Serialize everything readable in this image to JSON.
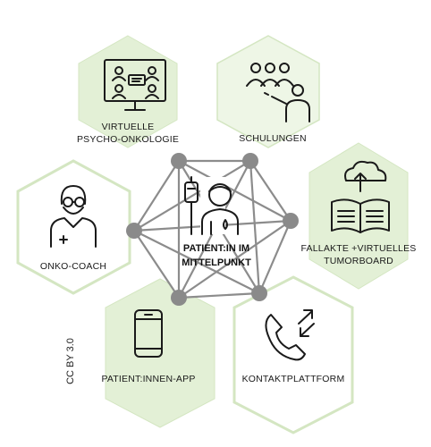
{
  "colors": {
    "hex_fill_light": "#eef6e6",
    "hex_fill_mid": "#e3f0d6",
    "hex_stroke": "#d4e6c2",
    "center_fill": "#ffffff",
    "node": "#8a8a8a",
    "edge": "#8a8a8a"
  },
  "center": {
    "line1": "PATIENT:IN IM",
    "line2": "MITTELPUNKT"
  },
  "hexes": {
    "psycho": {
      "line1": "VIRTUELLE",
      "line2": "PSYCHO-ONKOLOGIE",
      "icon": "video-conference-icon"
    },
    "schulung": {
      "line1": "SCHULUNGEN",
      "icon": "training-audience-icon"
    },
    "fallakte": {
      "line1": "FALLAKTE +VIRTUELLES",
      "line2": "TUMORBOARD",
      "icon": "cloud-book-icon"
    },
    "coach": {
      "line1": "ONKO-COACH",
      "icon": "doctor-icon"
    },
    "app": {
      "line1": "PATIENT:INNEN-APP",
      "icon": "smartphone-icon"
    },
    "kontakt": {
      "line1": "KONTAKTPLATTFORM",
      "icon": "phone-call-icon"
    }
  },
  "credit": "CC BY 3.0"
}
